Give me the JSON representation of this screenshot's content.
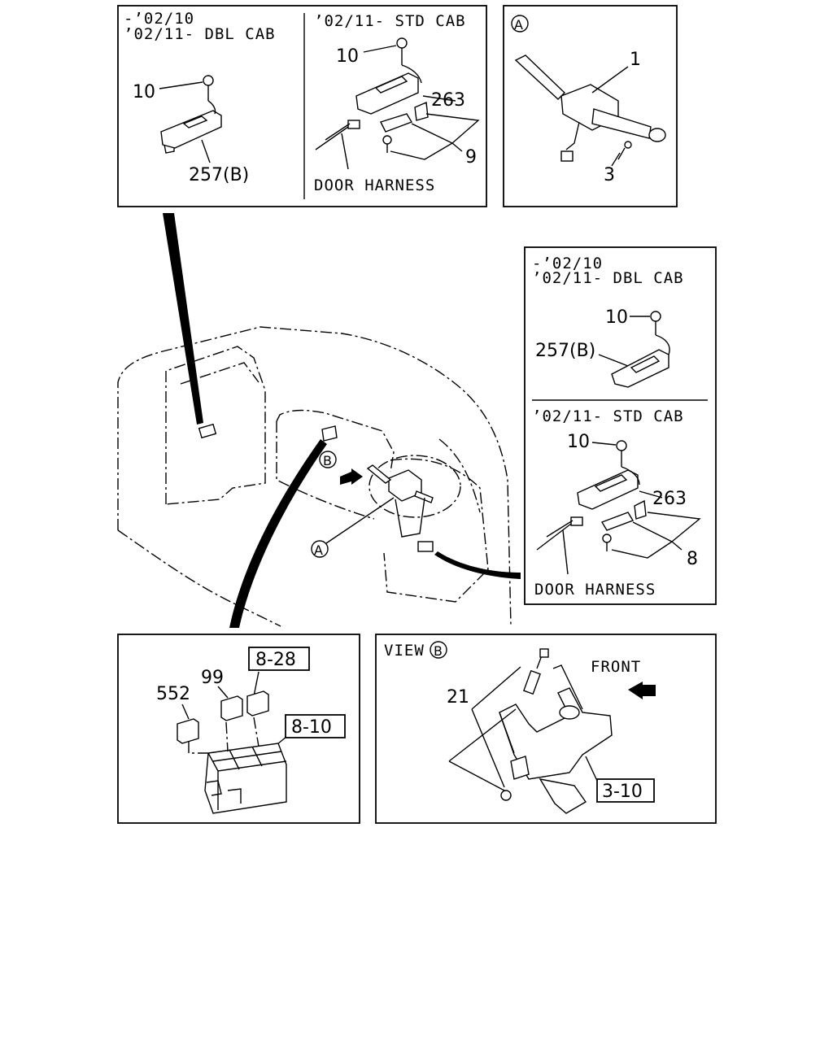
{
  "panel_top_left": {
    "period_early": "-’02/10",
    "period_dbl": "’02/11- DBL CAB",
    "period_std": "’02/11- STD CAB",
    "screw_left": "10",
    "switch_left": "257(B)",
    "screw_right": "10",
    "switch_right": "263",
    "bracket_right": "9",
    "harness": "DOOR HARNESS"
  },
  "panel_A": {
    "marker": "A",
    "combo_switch": "1",
    "screw": "3"
  },
  "panel_right": {
    "period_early": "-’02/10",
    "period_dbl": "’02/11- DBL CAB",
    "screw_upper": "10",
    "switch_upper": "257(B)",
    "period_std": "’02/11- STD CAB",
    "screw_lower": "10",
    "switch_lower": "263",
    "bracket_lower": "8",
    "harness": "DOOR HARNESS"
  },
  "main_view": {
    "marker_b": "B",
    "marker_a": "A"
  },
  "panel_relay": {
    "ref_upper": "8-28",
    "ref_lower": "8-10",
    "relay_99": "99",
    "relay_552": "552"
  },
  "panel_view_b": {
    "title": "VIEW",
    "marker": "B",
    "front": "FRONT",
    "switch": "21",
    "ref": "3-10"
  }
}
